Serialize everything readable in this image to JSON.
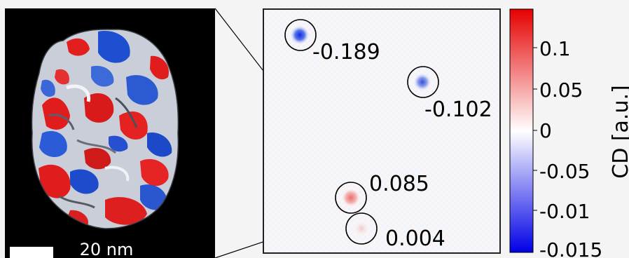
{
  "particle_panel": {
    "scale_bar_label": "20 nm",
    "background_color": "#000000",
    "surface_colors": {
      "positive": "#e01c1c",
      "negative": "#1f4fd1",
      "neutral": "#cfd4dc"
    }
  },
  "cd_map": {
    "spots": [
      {
        "value_label": "-0.189",
        "polarity": "negative"
      },
      {
        "value_label": "-0.102",
        "polarity": "negative"
      },
      {
        "value_label": "0.085",
        "polarity": "positive"
      },
      {
        "value_label": "0.004",
        "polarity": "positive"
      }
    ]
  },
  "colorbar": {
    "title": "CD [a.u.]",
    "ticks": [
      "0.1",
      "0.05",
      "0",
      "-0.05",
      "-0.01",
      "-0.015"
    ],
    "colors": {
      "top": "#e60000",
      "middle": "#ffffff",
      "bottom": "#0000e6"
    }
  }
}
